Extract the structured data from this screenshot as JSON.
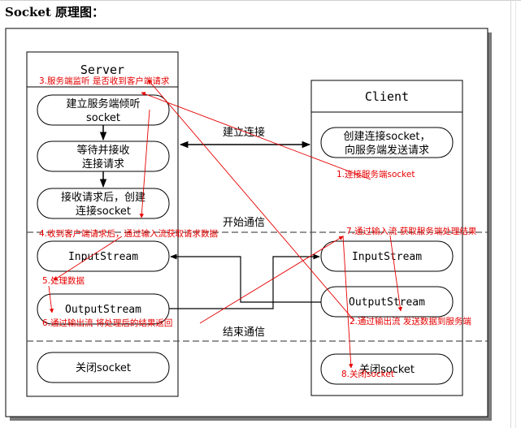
{
  "page": {
    "title": "Socket 原理图："
  },
  "diagram": {
    "server_title": "Server",
    "client_title": "Client",
    "server_nodes": [
      {
        "lines": [
          "建立服务端倾听",
          "socket"
        ]
      },
      {
        "lines": [
          "等待并接收",
          "连接请求"
        ]
      },
      {
        "lines": [
          "接收请求后，创建",
          "连接socket"
        ]
      },
      {
        "lines": [
          "InputStream"
        ]
      },
      {
        "lines": [
          "OutputStream"
        ]
      },
      {
        "lines": [
          "关闭socket"
        ]
      }
    ],
    "client_nodes": [
      {
        "lines": [
          "创建连接socket，",
          "向服务端发送请求"
        ]
      },
      {
        "lines": [
          "InputStream"
        ]
      },
      {
        "lines": [
          "OutputStream"
        ]
      },
      {
        "lines": [
          "关闭socket"
        ]
      }
    ],
    "edge_labels": {
      "connect": "建立连接",
      "start_comm": "开始通信",
      "end_comm": "结束通信"
    },
    "annotations": [
      "3.服务端监听 是否收到客户端请求",
      "1.连接服务端socket",
      "4.收到客户端请求后，通过输入流获取请求数据",
      "7.通过输入流 获取服务端处理结果",
      "5.处理数据",
      "6.通过输出流 将处理后的结果返回",
      "2.通过输出流 发送数据到服务端",
      "8.关闭socket"
    ],
    "colors": {
      "annotation": "#e60000",
      "line": "#000000",
      "shadow": "#7a7a7a"
    }
  }
}
